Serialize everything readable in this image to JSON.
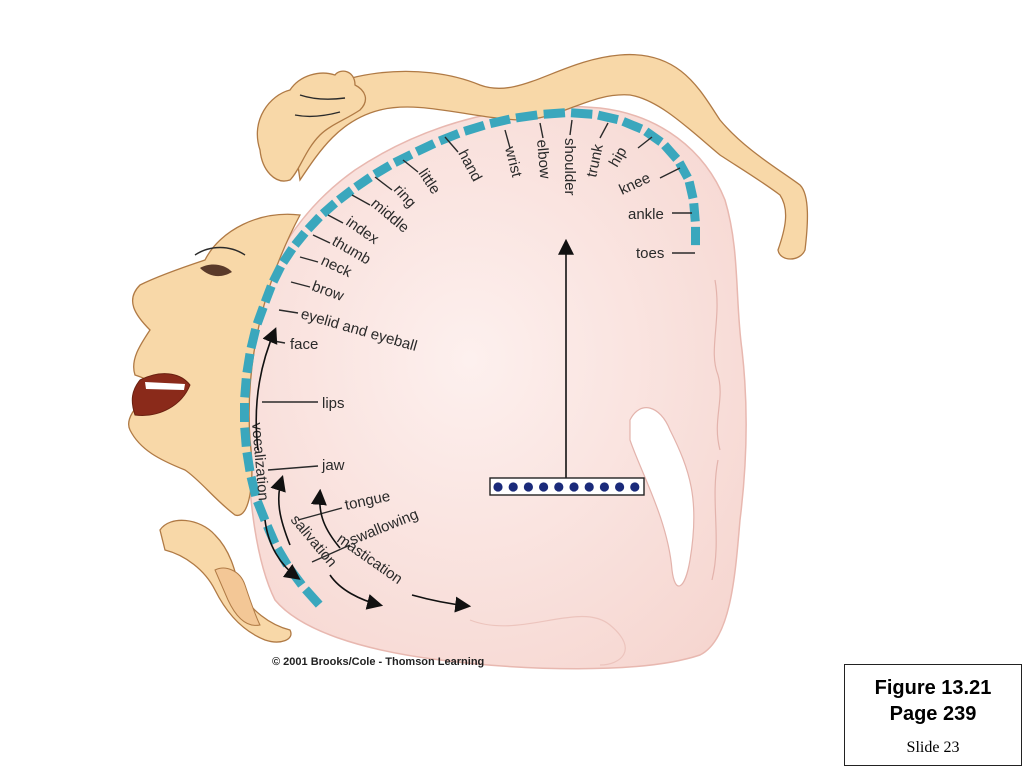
{
  "labels": {
    "toes": "toes",
    "ankle": "ankle",
    "knee": "knee",
    "hip": "hip",
    "trunk": "trunk",
    "shoulder": "shoulder",
    "elbow": "elbow",
    "wrist": "wrist",
    "hand": "hand",
    "little": "little",
    "ring": "ring",
    "middle": "middle",
    "index": "index",
    "thumb": "thumb",
    "neck": "neck",
    "brow": "brow",
    "eyelid_and_eyeball": "eyelid and eyeball",
    "face": "face",
    "lips": "lips",
    "jaw": "jaw",
    "tongue": "tongue",
    "swallowing": "swallowing",
    "mastication": "mastication",
    "salivation": "salivation",
    "vocalization": "vocalization"
  },
  "copyright": "© 2001 Brooks/Cole - Thomson Learning",
  "caption": {
    "figure": "Figure 13.21",
    "page": "Page 239",
    "slide": "Slide 23"
  },
  "colors": {
    "motor_strip": "#3aa7bd",
    "brain_fill": "#fbe6e2",
    "skin_fill": "#f8d8a8",
    "skin_outline": "#b07a45",
    "electrode_dot": "#1a2a7a"
  }
}
